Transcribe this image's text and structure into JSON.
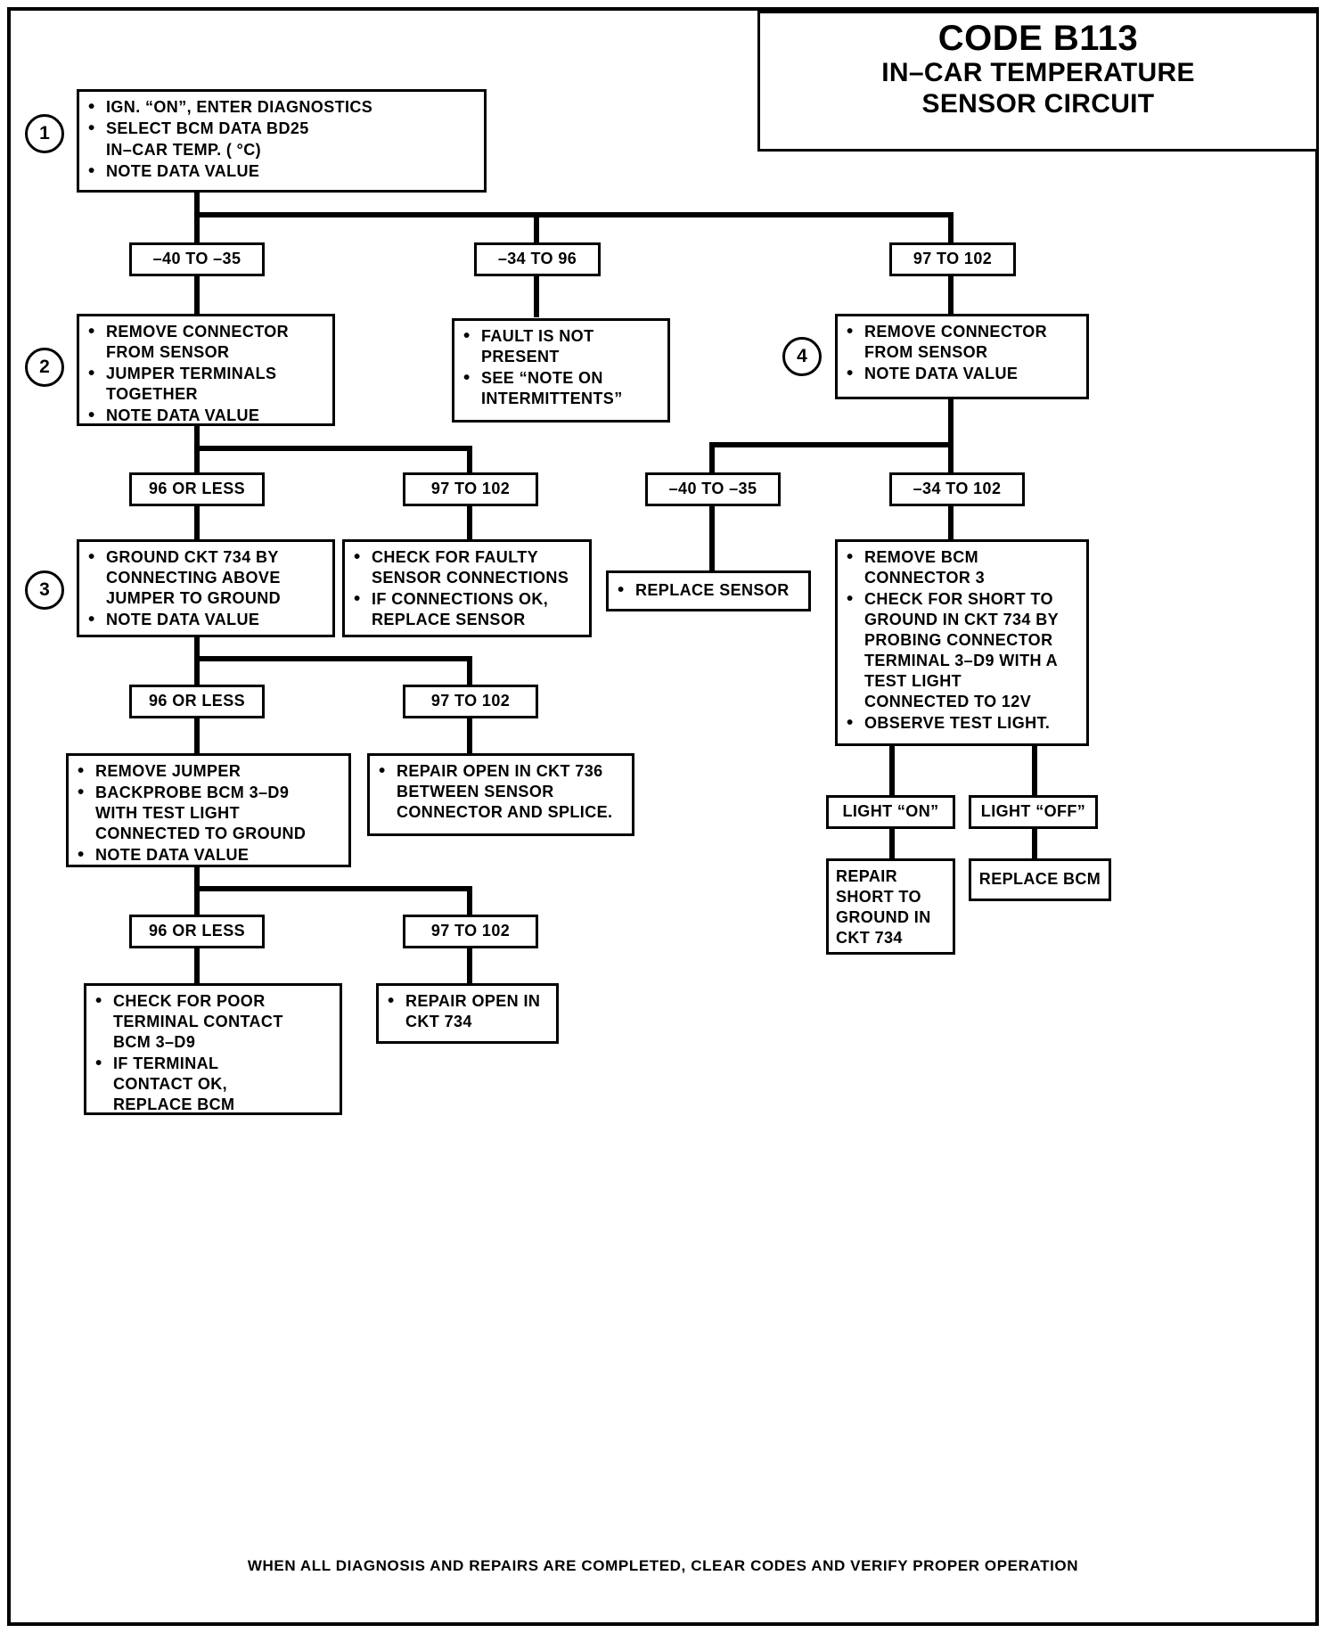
{
  "title": {
    "code": "CODE B113",
    "line2": "IN–CAR TEMPERATURE",
    "line3": "SENSOR CIRCUIT"
  },
  "footer": "WHEN ALL DIAGNOSIS AND REPAIRS ARE COMPLETED, CLEAR CODES AND VERIFY PROPER OPERATION",
  "steps": {
    "s1": "1",
    "s2": "2",
    "s3": "3",
    "s4": "4"
  },
  "boxes": {
    "step1": {
      "l1": "IGN. “ON”, ENTER DIAGNOSTICS",
      "l2": "SELECT BCM DATA BD25",
      "l2b": "IN–CAR TEMP. ( °C)",
      "l3": "NOTE DATA VALUE"
    },
    "d_m40_m35": "–40 TO –35",
    "d_m34_96": "–34 TO 96",
    "d_97_102_top": "97 TO 102",
    "step2": {
      "l1": "REMOVE CONNECTOR\nFROM SENSOR",
      "l2": "JUMPER TERMINALS\nTOGETHER",
      "l3": "NOTE DATA VALUE"
    },
    "fault_not_present": {
      "l1": "FAULT IS NOT\nPRESENT",
      "l2": "SEE “NOTE ON\nINTERMITTENTS”"
    },
    "step4": {
      "l1": "REMOVE CONNECTOR\nFROM SENSOR",
      "l2": "NOTE DATA VALUE"
    },
    "d_96_less_a": "96 OR LESS",
    "d_97_102_a": "97 TO 102",
    "d_m40_m35_r": "–40 TO –35",
    "d_m34_102_r": "–34 TO 102",
    "step3": {
      "l1": "GROUND CKT 734 BY\nCONNECTING ABOVE\nJUMPER TO GROUND",
      "l2": "NOTE DATA VALUE"
    },
    "check_faulty": {
      "l1": "CHECK FOR FAULTY\nSENSOR CONNECTIONS",
      "l2": "IF CONNECTIONS OK,\nREPLACE SENSOR"
    },
    "replace_sensor": {
      "l1": "REPLACE SENSOR"
    },
    "remove_bcm": {
      "l1": "REMOVE BCM\nCONNECTOR 3",
      "l2": "CHECK FOR SHORT TO\nGROUND IN CKT 734 BY\nPROBING CONNECTOR\nTERMINAL 3–D9 WITH A\nTEST LIGHT\nCONNECTED TO 12V",
      "l3": "OBSERVE TEST LIGHT."
    },
    "d_96_less_b": "96 OR LESS",
    "d_97_102_b": "97 TO 102",
    "remove_jumper": {
      "l1": "REMOVE JUMPER",
      "l2": "BACKPROBE BCM 3–D9\nWITH TEST LIGHT\nCONNECTED TO GROUND",
      "l3": "NOTE DATA VALUE"
    },
    "repair_open_736": {
      "l1": "REPAIR OPEN IN CKT 736\nBETWEEN SENSOR\nCONNECTOR AND SPLICE."
    },
    "light_on": "LIGHT “ON”",
    "light_off": "LIGHT “OFF”",
    "repair_short": "REPAIR\nSHORT TO\nGROUND IN\nCKT 734",
    "replace_bcm": "REPLACE BCM",
    "d_96_less_c": "96 OR LESS",
    "d_97_102_c": "97 TO 102",
    "check_poor": {
      "l1": "CHECK FOR POOR\nTERMINAL CONTACT\nBCM 3–D9",
      "l2": "IF TERMINAL\nCONTACT OK,\nREPLACE BCM"
    },
    "repair_open_734": {
      "l1": "REPAIR OPEN IN\nCKT 734"
    }
  }
}
